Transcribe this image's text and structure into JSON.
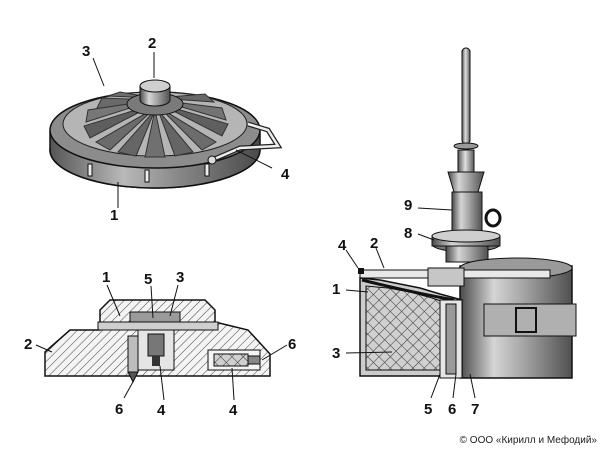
{
  "figures": {
    "mine_view": {
      "labels": [
        "1",
        "2",
        "3",
        "4"
      ]
    },
    "mine_section": {
      "labels": [
        "1",
        "2",
        "3",
        "4",
        "4",
        "5",
        "6",
        "6"
      ]
    },
    "fuze_section": {
      "labels": [
        "1",
        "2",
        "3",
        "4",
        "5",
        "6",
        "7",
        "8",
        "9"
      ]
    }
  },
  "copyright": "© ООО «Кирилл и Мефодий»",
  "colors": {
    "metal_dark": "#5a5a5a",
    "metal_mid": "#9a9a9a",
    "metal_light": "#d8d8d8",
    "hatch_bg": "#ececec",
    "explosive": "#bdbdbd",
    "outline": "#111111"
  }
}
